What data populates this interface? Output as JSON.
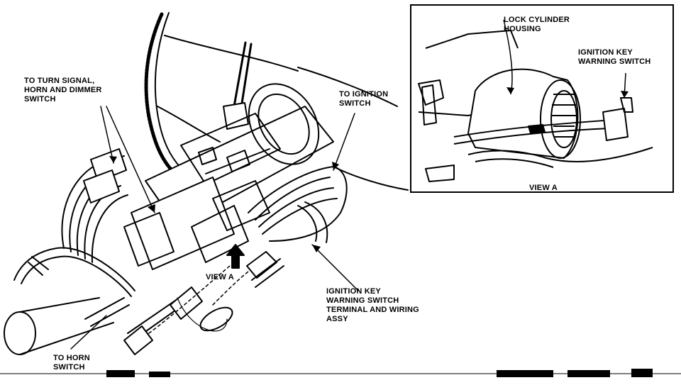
{
  "labels": {
    "turn_signal": "TO TURN SIGNAL,\nHORN AND DIMMER\nSWITCH",
    "ignition_switch": "TO IGNITION\nSWITCH",
    "view_a_pointer": "VIEW A",
    "key_warning_assy": "IGNITION KEY\nWARNING SWITCH\nTERMINAL AND WIRING\nASSY",
    "horn_switch": "TO HORN\nSWITCH"
  },
  "inset": {
    "lock_cylinder": "LOCK CYLINDER\nHOUSING",
    "key_warning_switch": "IGNITION KEY\nWARNING SWITCH",
    "caption": "VIEW A"
  },
  "colors": {
    "ink": "#000000",
    "paper": "#ffffff"
  }
}
